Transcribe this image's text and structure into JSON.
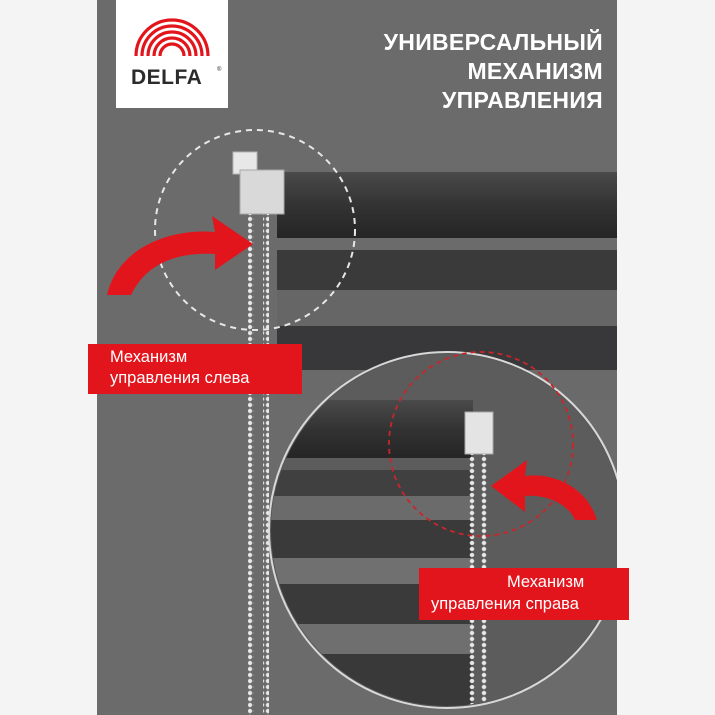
{
  "brand": {
    "logo_text": "DELFA",
    "logo_mark": "®",
    "colors": {
      "arch_red": "#e3151c",
      "text_dark": "#2b2b2b"
    }
  },
  "headline": {
    "lines": [
      "УНИВЕРСАЛЬНЫЙ",
      "МЕХАНИЗМ",
      "УПРАВЛЕНИЯ"
    ]
  },
  "callouts": {
    "left": {
      "line1": "Механизм",
      "line2": "управления слева",
      "color": "#e3151c"
    },
    "right": {
      "line1": "Механизм",
      "line2": "управления справа",
      "color": "#e3151c"
    }
  },
  "scene": {
    "blind_color": "#2f2f30",
    "background_color": "#6b6b6b",
    "icons": [
      "curved-arrow-left-icon",
      "curved-arrow-right-icon",
      "bead-chain",
      "roller-bracket"
    ]
  }
}
